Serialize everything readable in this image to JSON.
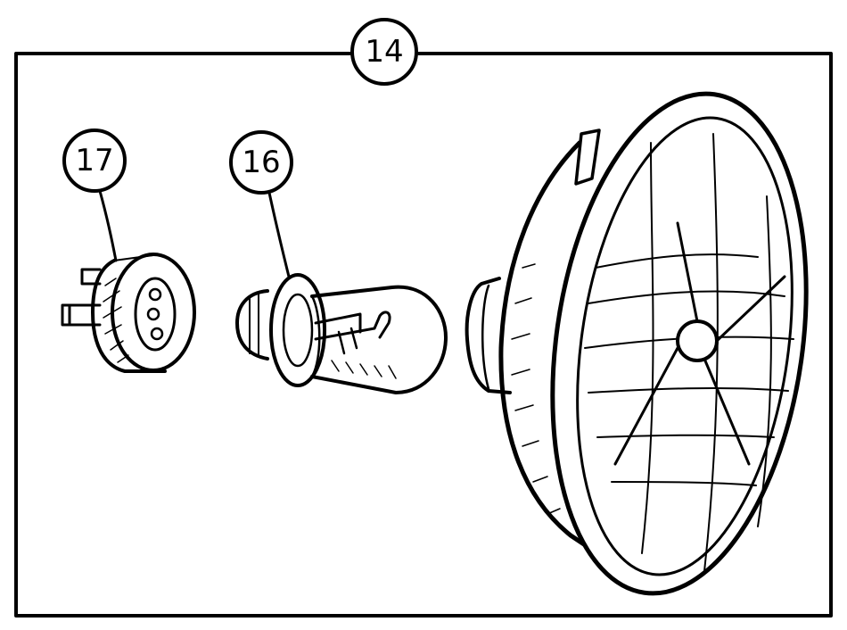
{
  "callouts": {
    "assembly": "14",
    "bulb": "16",
    "connector": "17"
  },
  "parts": {
    "connector_icon": "bulb-connector-plug",
    "bulb_icon": "headlamp-bulb",
    "headlamp_icon": "headlamp-reflector-lens-unit"
  },
  "colors": {
    "ink": "#000000",
    "paper": "#ffffff"
  }
}
